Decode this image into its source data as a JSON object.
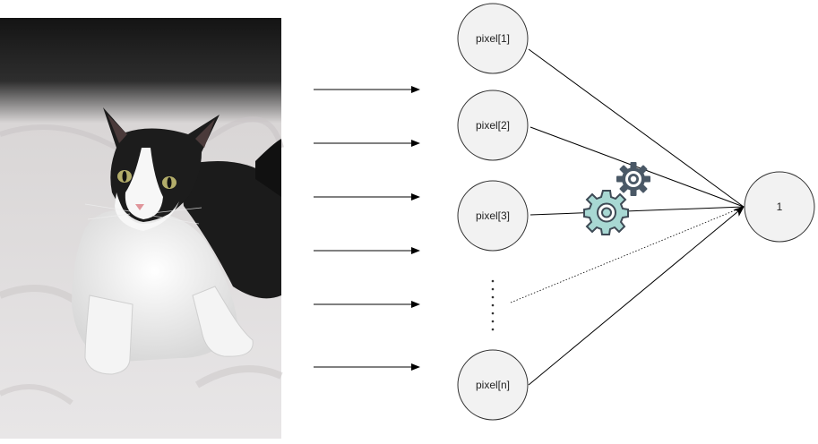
{
  "nodes": {
    "inputs": [
      "pixel[1]",
      "pixel[2]",
      "pixel[3]",
      "pixel[n]"
    ],
    "output": "1"
  },
  "colors": {
    "node_fill": "#f2f2f2",
    "node_stroke": "#333333",
    "gear_dark": "#4a5866",
    "gear_light": "#a8d8d3",
    "arrow": "#000000"
  },
  "icons": {
    "image": "cat-photo",
    "small_gear": "gear-icon",
    "large_gear": "gear-icon"
  }
}
